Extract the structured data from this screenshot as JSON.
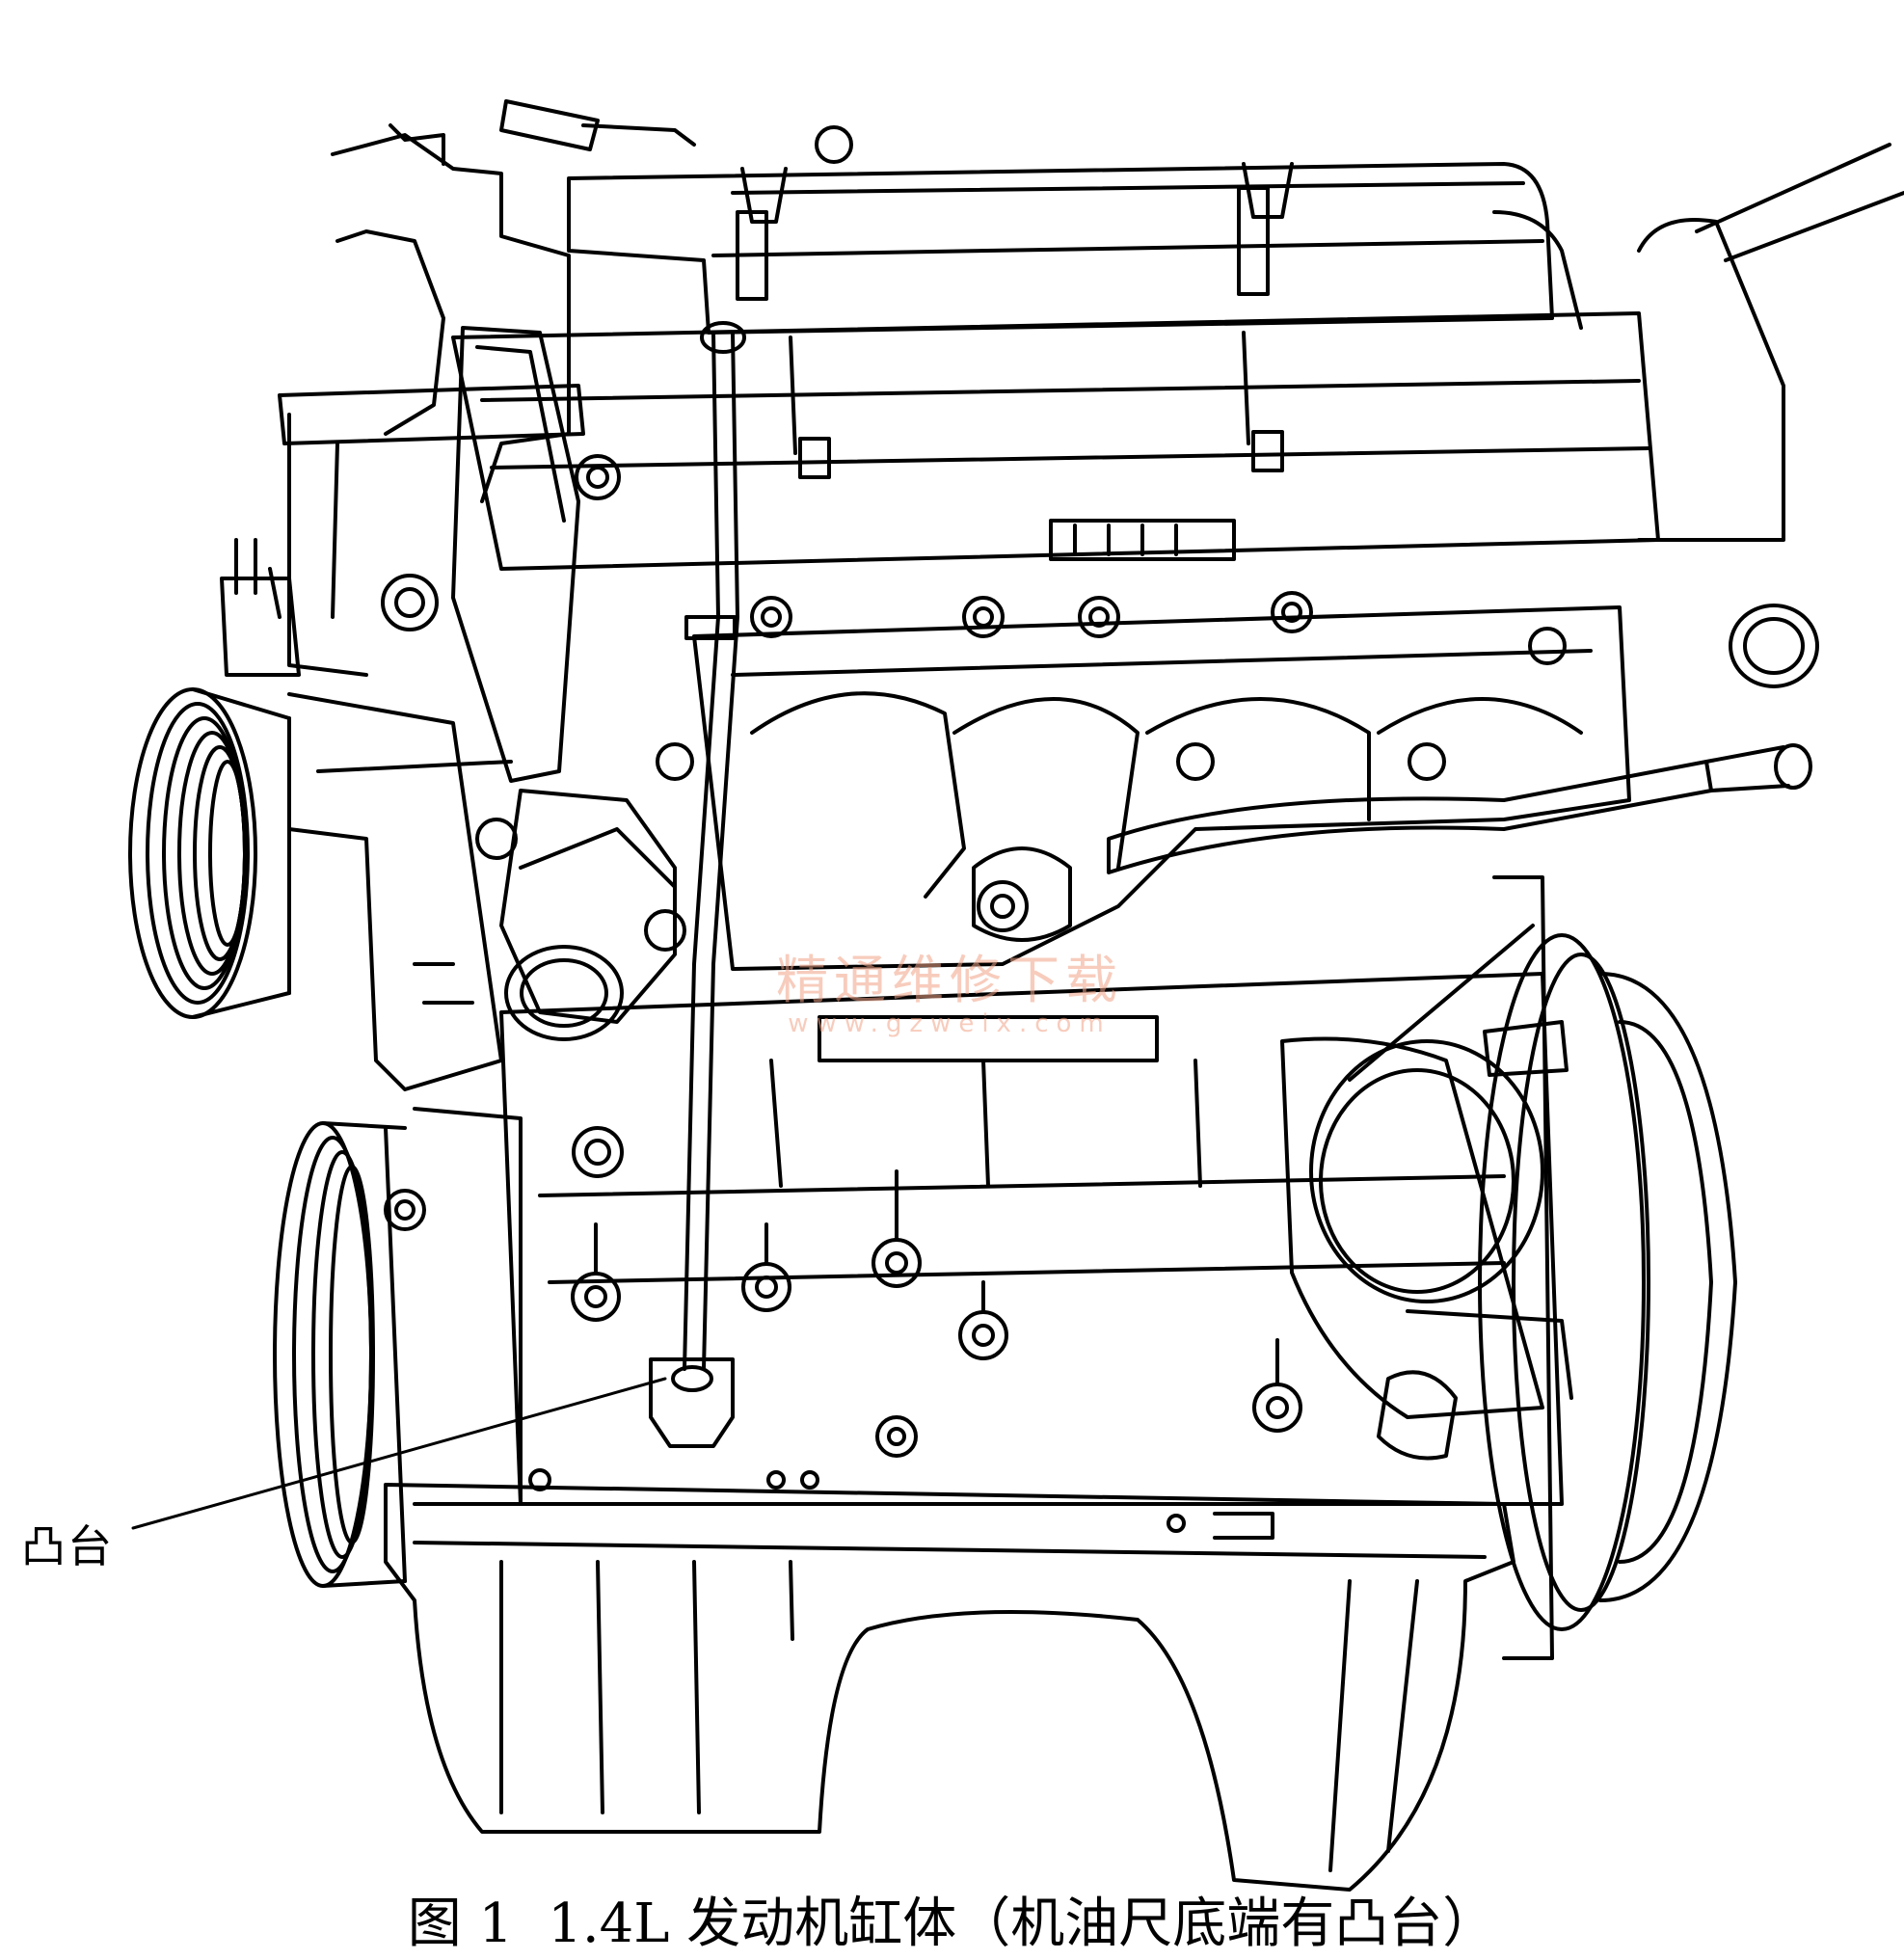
{
  "figure": {
    "callout": "凸台",
    "caption": {
      "number": "图 1",
      "text": "1.4L 发动机缸体（机油尺底端有凸台）"
    },
    "watermark": {
      "title": "精通维修下载",
      "url": "www.gzweix.com"
    }
  }
}
